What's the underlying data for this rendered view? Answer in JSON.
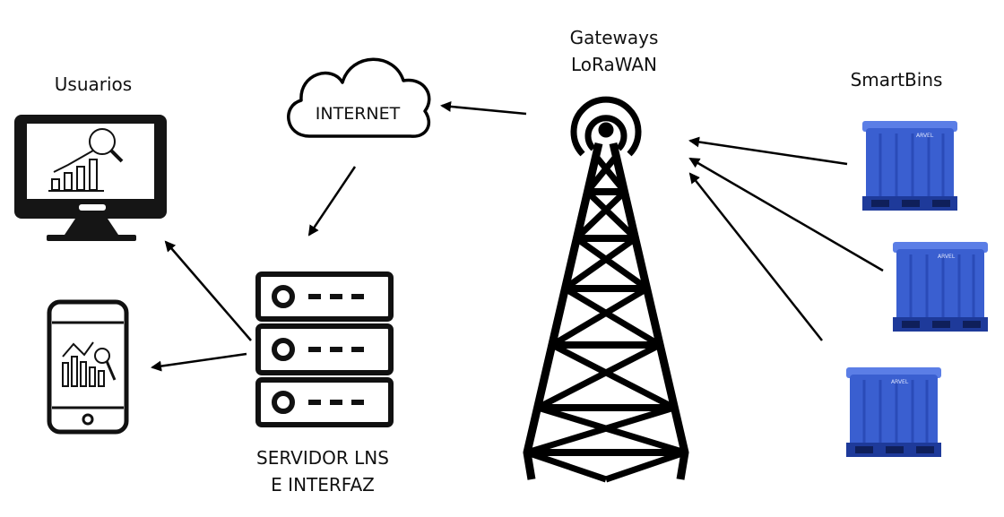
{
  "labels": {
    "gateways_line1": "Gateways",
    "gateways_line2": "LoRaWAN",
    "smartbins": "SmartBins",
    "usuarios": "Usuarios",
    "internet": "INTERNET",
    "servidor_line1": "SERVIDOR LNS",
    "servidor_line2": "E INTERFAZ",
    "bin_brand": "ARVEL"
  },
  "colors": {
    "line": "#000000",
    "bin_body": "#3a5fd0",
    "bin_dark": "#1e3a9a",
    "bin_light": "#5b7ee6"
  }
}
